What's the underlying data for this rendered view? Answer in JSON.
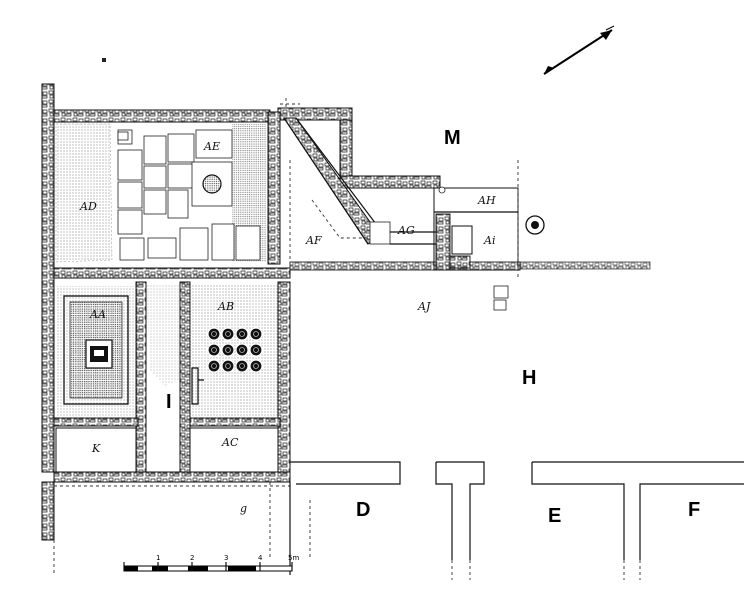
{
  "labels": {
    "room_ad": "AD",
    "room_ae": "AE",
    "room_af": "AF",
    "room_ag": "AG",
    "room_ah": "AH",
    "room_ai": "Ai",
    "room_aa": "AA",
    "room_ab": "AB",
    "room_aj": "AJ",
    "room_k": "K",
    "room_ac": "AC",
    "room_g": "g",
    "area_m": "M",
    "area_h": "H",
    "area_i": "I",
    "area_d": "D",
    "area_e": "E",
    "area_f": "F"
  },
  "scale_bar": {
    "ticks": [
      "1",
      "2",
      "3",
      "4",
      "5m"
    ]
  },
  "north_arrow": "north-arrow-icon"
}
